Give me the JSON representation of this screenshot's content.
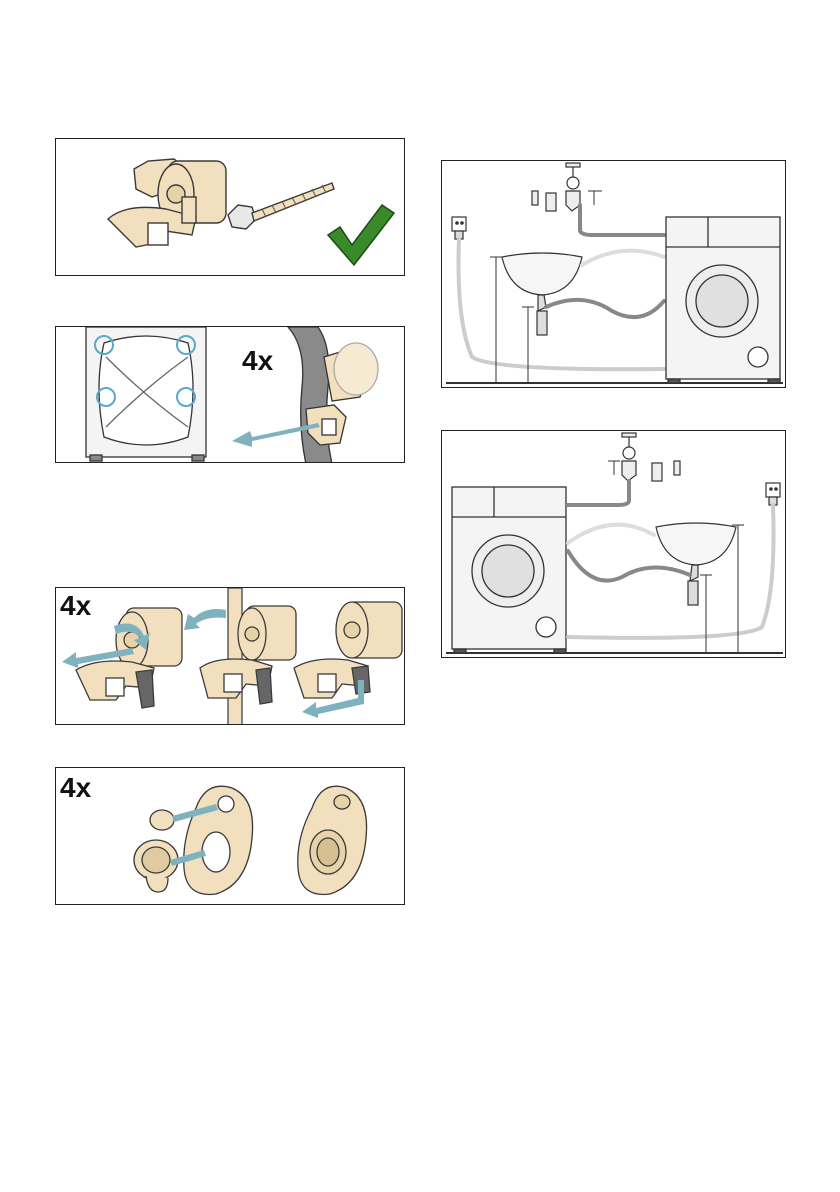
{
  "figures": {
    "fig2": {
      "count_label": "4x"
    },
    "fig3": {
      "count_label": "4x"
    },
    "fig4": {
      "count_label": "4x"
    }
  },
  "colors": {
    "part_beige": "#f2dfbd",
    "part_outline": "#3a3a3a",
    "arrow_blue": "#7fb1bf",
    "check_green": "#3a8a2a",
    "hose_gray": "#9a9a9a",
    "machine_fill": "#f4f4f4",
    "highlight_circle": "#5aa9c9"
  },
  "icons": [
    "transport-bolt-icon",
    "checkmark-icon",
    "pull-arrow-icon",
    "rotate-arrow-icon",
    "cover-cap-icon",
    "washing-machine-icon",
    "sink-icon",
    "tap-icon",
    "socket-icon"
  ]
}
